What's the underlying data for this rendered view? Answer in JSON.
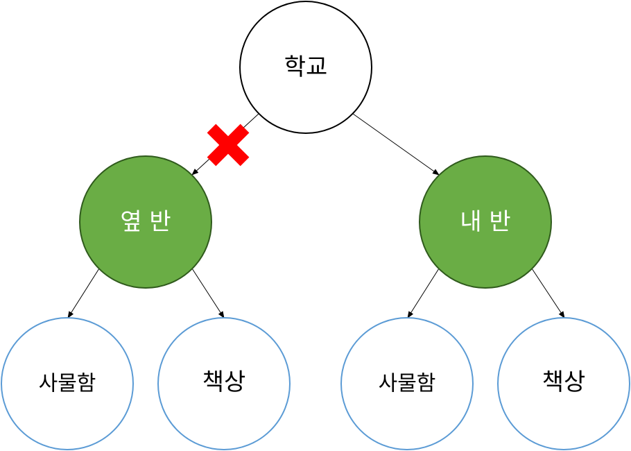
{
  "root": {
    "label": "학교"
  },
  "branches": [
    {
      "label": "옆 반",
      "blocked": true,
      "children": [
        {
          "label": "사물함"
        },
        {
          "label": "책상"
        }
      ]
    },
    {
      "label": "내 반",
      "blocked": false,
      "children": [
        {
          "label": "사물함"
        },
        {
          "label": "책상"
        }
      ]
    }
  ],
  "colors": {
    "root_stroke": "#000000",
    "branch_fill": "#6aad45",
    "branch_stroke": "#2f5a1c",
    "branch_text": "#ffffff",
    "leaf_stroke": "#5b9bd5",
    "block_mark": "#ff0000",
    "edge": "#000000"
  },
  "icons": {
    "block_mark": "x-mark-icon"
  }
}
